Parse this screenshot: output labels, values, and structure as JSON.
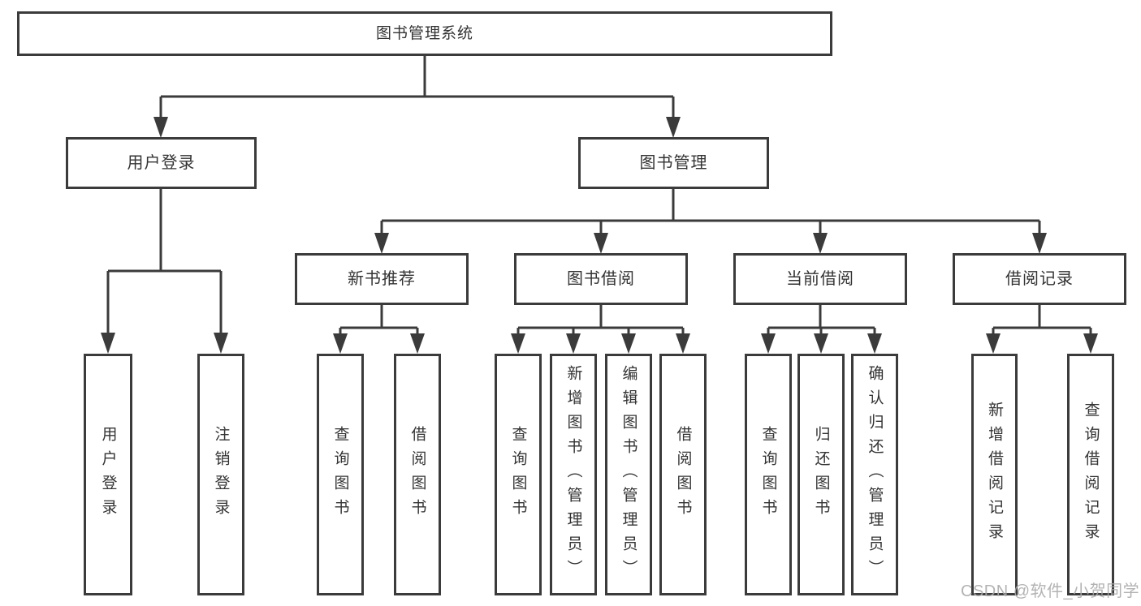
{
  "diagram": {
    "root": "图书管理系统",
    "branches": [
      "用户登录",
      "图书管理"
    ],
    "modules": [
      "新书推荐",
      "图书借阅",
      "当前借阅",
      "借阅记录"
    ],
    "leaves": {
      "user_login": [
        "用户登录",
        "注销登录"
      ],
      "new_book_recommend": [
        "查询图书",
        "借阅图书"
      ],
      "book_borrowing": [
        "查询图书",
        "新增图书（管理员）",
        "编辑图书（管理员）",
        "借阅图书"
      ],
      "current_borrowing": [
        "查询图书",
        "归还图书",
        "确认归还（管理员）"
      ],
      "borrowing_records": [
        "新增借阅记录",
        "查询借阅记录"
      ]
    }
  },
  "watermark": "CSDN @软件_小贺同学",
  "colors": {
    "line": "#3b3b3b",
    "box_border": "#3b3b3b",
    "box_fill": "#ffffff",
    "text": "#333333",
    "watermark": "#ababab",
    "background": "#ffffff"
  }
}
